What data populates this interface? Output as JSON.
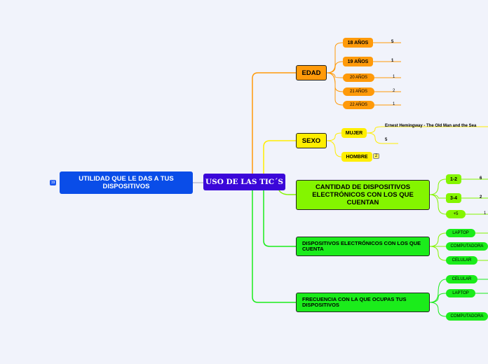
{
  "root": {
    "left": "UTILIDAD QUE LE DAS A TUS DISPOSITIVOS",
    "center": "USO DE LAS TIC´S",
    "badge": "19"
  },
  "colors": {
    "orange": "#ff9a0a",
    "yellow": "#ffee00",
    "lime": "#84f500",
    "green": "#1bec1b",
    "blue": "#0a4de8",
    "center": "#3b07d9"
  },
  "edad": {
    "title": "EDAD",
    "items": [
      {
        "label": "18 AÑOS",
        "value": "5"
      },
      {
        "label": "19 AÑOS",
        "value": "1"
      },
      {
        "label": "20 AÑOS",
        "value": "1"
      },
      {
        "label": "21 AÑOS",
        "value": "2"
      },
      {
        "label": "22 AÑOS",
        "value": "1"
      }
    ]
  },
  "sexo": {
    "title": "SEXO",
    "mujer": {
      "label": "MUJER",
      "note": "Ernest Hemingway - The Old Man and the Sea",
      "value": "5"
    },
    "hombre": {
      "label": "HOMBRE",
      "badge": "2"
    }
  },
  "cantidad": {
    "title": "CANTIDAD DE DISPOSITIVOS ELECTRÓNICOS CON LOS QUE CUENTAN",
    "items": [
      {
        "label": "1-2",
        "value": "6"
      },
      {
        "label": "3-4",
        "value": "2"
      },
      {
        "label": "+5",
        "value": "1"
      }
    ]
  },
  "dispositivos": {
    "title": "DISPOSITIVOS ELECTRÓNICOS CON LOS QUE CUENTA",
    "items": [
      "LAPTOP",
      "COMPUTADORA",
      "CELULAR"
    ]
  },
  "frecuencia": {
    "title": "FRECUENCIA CON LA QUE OCUPAS TUS DISPOSITIVOS",
    "items": [
      "CELULAR",
      "LAPTOP",
      "COMPUTADORA"
    ]
  }
}
